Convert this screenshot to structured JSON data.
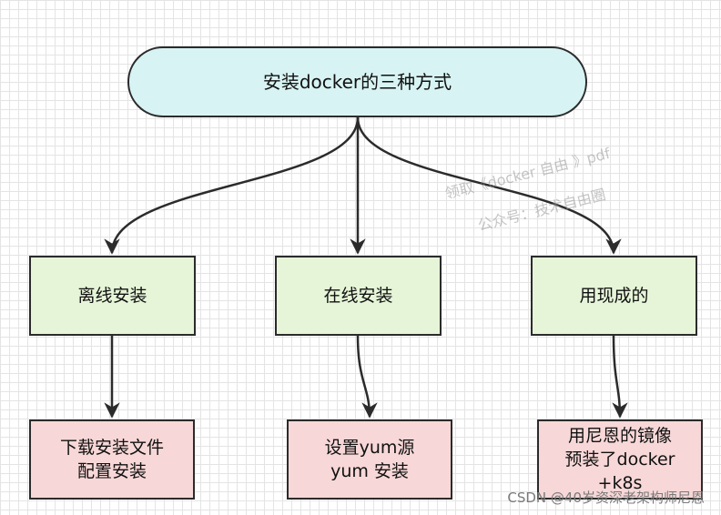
{
  "diagram": {
    "title": "安装docker的三种方式",
    "methods": [
      {
        "label": "离线安装",
        "detail_lines": [
          "下载安装文件",
          "配置安装"
        ]
      },
      {
        "label": "在线安装",
        "detail_lines": [
          "设置yum源",
          "yum 安装"
        ]
      },
      {
        "label": "用现成的",
        "detail_lines": [
          "用尼恩的镜像",
          "预装了docker",
          "+k8s"
        ]
      }
    ]
  },
  "watermark": {
    "line1": "领取《docker 自由 》pdf",
    "line2": "公众号：技术自由圈"
  },
  "footer": {
    "credit": "CSDN @40岁资深老架构师尼恩"
  },
  "colors": {
    "title_fill": "#d8f3f3",
    "method_fill": "#e6f5d8",
    "detail_fill": "#f7d7d7",
    "stroke": "#2b2b2b"
  }
}
